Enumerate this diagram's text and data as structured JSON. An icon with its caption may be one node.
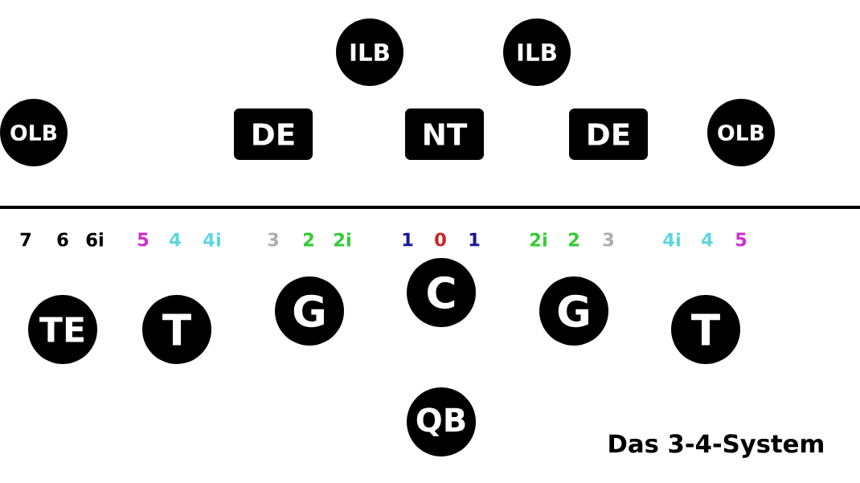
{
  "diagram": {
    "caption": "Das 3-4-System",
    "nodes": [
      {
        "text": [
          "ILB"
        ]
      },
      {
        "text": [
          "ILB"
        ]
      },
      {
        "text": [
          "OLB"
        ]
      },
      {
        "text": [
          "DE"
        ]
      },
      {
        "text": [
          "NT"
        ]
      },
      {
        "text": [
          "DE"
        ]
      },
      {
        "text": [
          "OLB"
        ]
      },
      {
        "text": [
          "TE"
        ]
      },
      {
        "text": [
          "T"
        ]
      },
      {
        "text": [
          "G"
        ]
      },
      {
        "text": [
          "C"
        ]
      },
      {
        "text": [
          "G"
        ]
      },
      {
        "text": [
          "T"
        ]
      },
      {
        "text": [
          "QB"
        ]
      }
    ],
    "labels": [
      "7",
      "6",
      "6i",
      "5",
      "4",
      "4i",
      "3",
      "2",
      "2i",
      "1",
      "0",
      "1",
      "2i",
      "2",
      "3",
      "4i",
      "4",
      "5"
    ]
  }
}
